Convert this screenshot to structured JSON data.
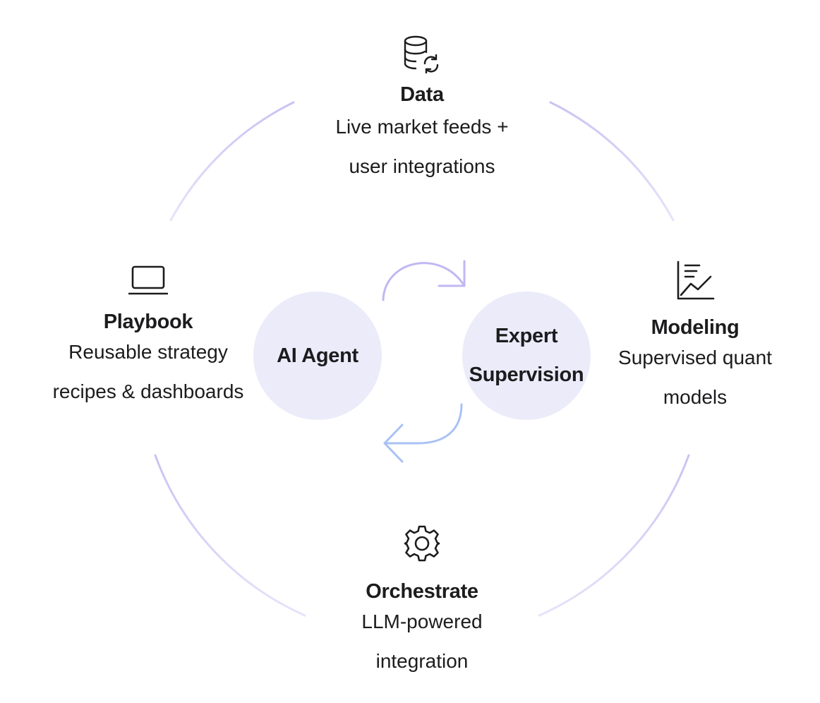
{
  "nodes": {
    "data": {
      "icon": "database-sync-icon",
      "title": "Data",
      "desc_line1": "Live market feeds +",
      "desc_line2": "user integrations"
    },
    "playbook": {
      "icon": "laptop-icon",
      "title": "Playbook",
      "desc_line1": "Reusable strategy",
      "desc_line2": "recipes & dashboards"
    },
    "modeling": {
      "icon": "line-chart-icon",
      "title": "Modeling",
      "desc_line1": "Supervised quant",
      "desc_line2": "models"
    },
    "orchestrate": {
      "icon": "gear-icon",
      "title": "Orchestrate",
      "desc_line1": "LLM-powered",
      "desc_line2": "integration"
    }
  },
  "center": {
    "agent_label": "AI Agent",
    "expert_line1": "Expert",
    "expert_line2": "Supervision"
  },
  "colors": {
    "ring_top": "#cbc6f3",
    "ring_bottom": "#e2defa",
    "circle_fill": "#ecebfa",
    "arrow_purple": "#bdb6f0",
    "arrow_blue": "#a9c2f5",
    "text": "#1c1c1e"
  }
}
